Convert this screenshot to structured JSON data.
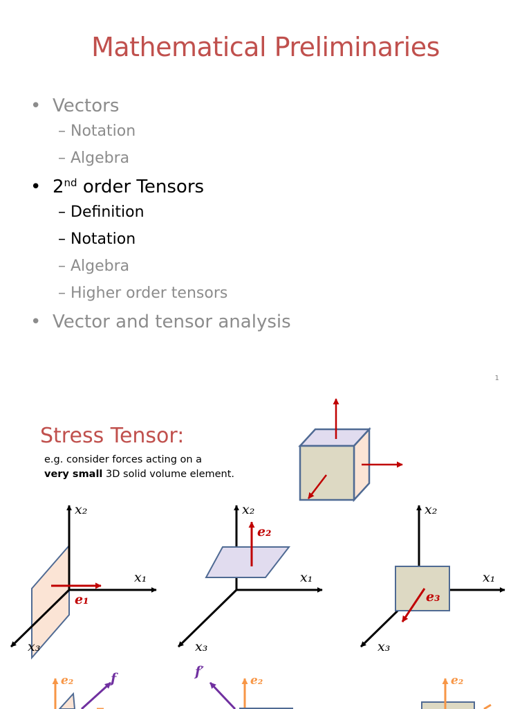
{
  "slide1": {
    "title": "Mathematical Preliminaries",
    "bullet_char": "•",
    "dash_char": "–",
    "items": {
      "vectors": "Vectors",
      "vectors_notation": "Notation",
      "vectors_algebra": "Algebra",
      "tensors_number": "2",
      "tensors_sup": "nd",
      "tensors_rest": " order Tensors",
      "tensors_definition": "Definition",
      "tensors_notation": "Notation",
      "tensors_algebra": "Algebra",
      "tensors_higher": "Higher order tensors",
      "analysis": "Vector and tensor analysis"
    },
    "page_number": "1"
  },
  "slide2": {
    "title": "Stress Tensor:",
    "desc_line1": "e.g. consider forces acting on a",
    "desc_bold": "very small",
    "desc_rest": " 3D solid  volume element.",
    "labels": {
      "x1": "x₁",
      "x2": "x₂",
      "x3": "x₃",
      "e1": "e₁",
      "e2": "e₂",
      "e3": "e₃",
      "f": "f",
      "f_prime": "f′"
    }
  },
  "colors": {
    "title_red": "#c0504d",
    "grey_text": "#8c8c8c",
    "arrow_red": "#c00000",
    "arrow_purple": "#7030a0",
    "arrow_orange": "#f79646",
    "cube_face": "#ddd9c3",
    "cube_top": "#e1dcef",
    "cube_edge": "#4f6a93",
    "plane_peach": "#fbe4d5",
    "plane_lavender": "#e1dcef"
  }
}
